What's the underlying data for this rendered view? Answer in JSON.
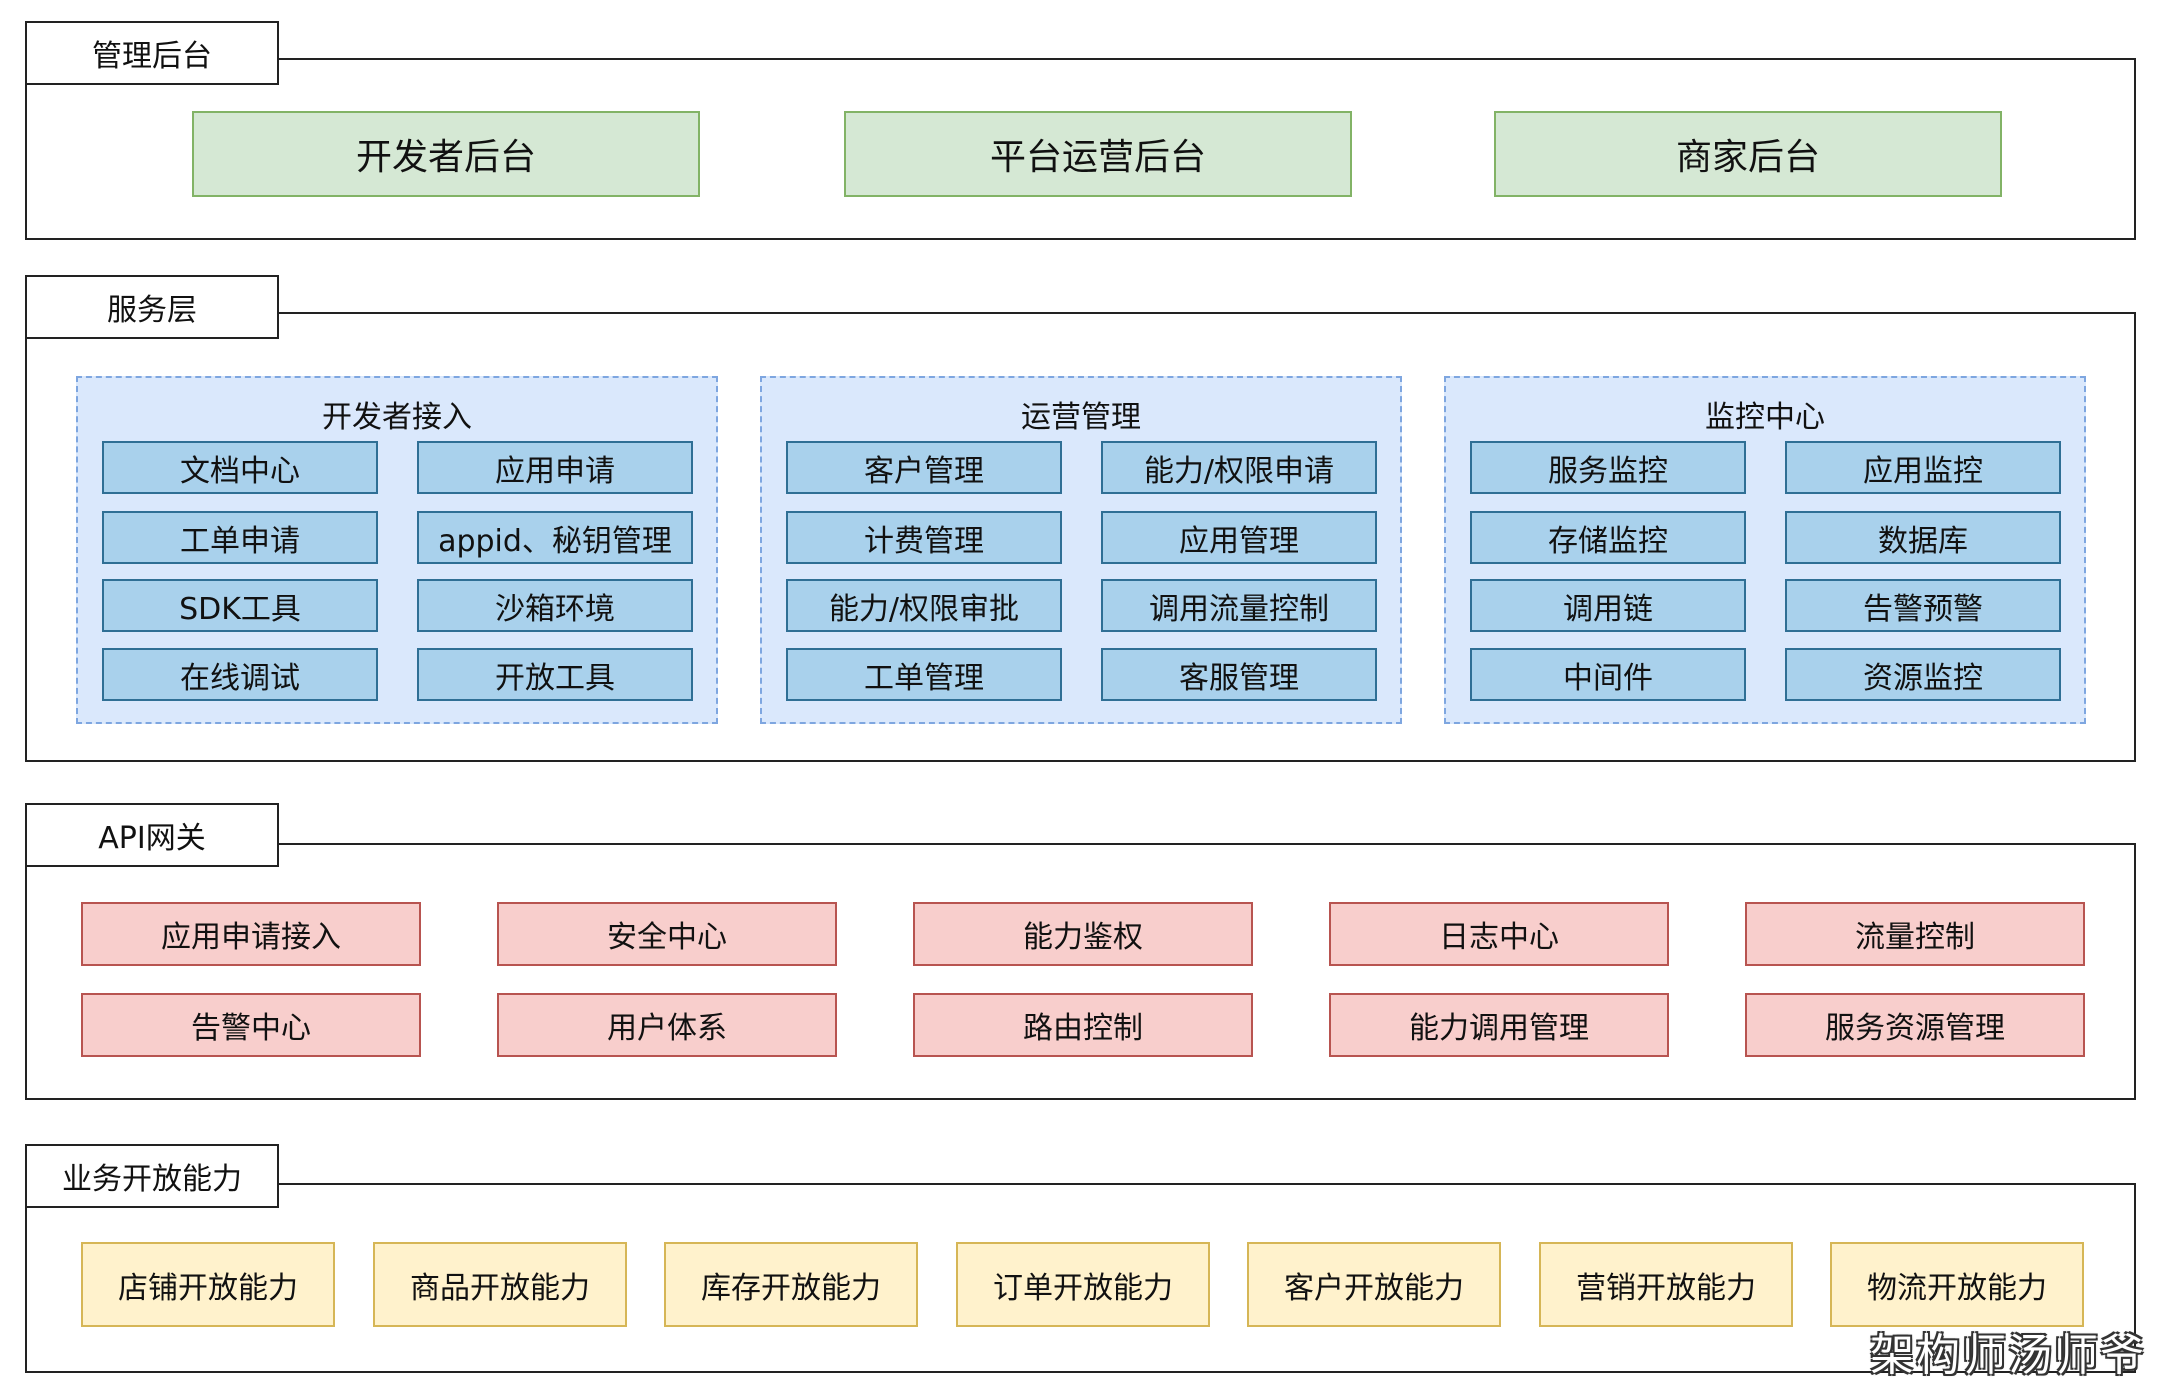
{
  "management": {
    "label": "管理后台",
    "items": [
      "开发者后台",
      "平台运营后台",
      "商家后台"
    ]
  },
  "service": {
    "label": "服务层",
    "groups": [
      {
        "title": "开发者接入",
        "items": [
          "文档中心",
          "应用申请",
          "工单申请",
          "appid、秘钥管理",
          "SDK工具",
          "沙箱环境",
          "在线调试",
          "开放工具"
        ]
      },
      {
        "title": "运营管理",
        "items": [
          "客户管理",
          "能力/权限申请",
          "计费管理",
          "应用管理",
          "能力/权限审批",
          "调用流量控制",
          "工单管理",
          "客服管理"
        ]
      },
      {
        "title": "监控中心",
        "items": [
          "服务监控",
          "应用监控",
          "存储监控",
          "数据库",
          "调用链",
          "告警预警",
          "中间件",
          "资源监控"
        ]
      }
    ]
  },
  "gateway": {
    "label": "API网关",
    "items": [
      "应用申请接入",
      "安全中心",
      "能力鉴权",
      "日志中心",
      "流量控制",
      "告警中心",
      "用户体系",
      "路由控制",
      "能力调用管理",
      "服务资源管理"
    ]
  },
  "business": {
    "label": "业务开放能力",
    "items": [
      "店铺开放能力",
      "商品开放能力",
      "库存开放能力",
      "订单开放能力",
      "客户开放能力",
      "营销开放能力",
      "物流开放能力"
    ]
  },
  "watermark": "架构师汤师爷",
  "colors": {
    "green_fill": "#d5e8d4",
    "green_border": "#82b366",
    "group_fill": "#dae8fc",
    "group_border": "#7ea6e0",
    "blue_fill": "#a9d1ec",
    "blue_border": "#2f6f95",
    "red_fill": "#f8cecc",
    "red_border": "#b85450",
    "yellow_fill": "#fff2cc",
    "yellow_border": "#d6b656"
  }
}
